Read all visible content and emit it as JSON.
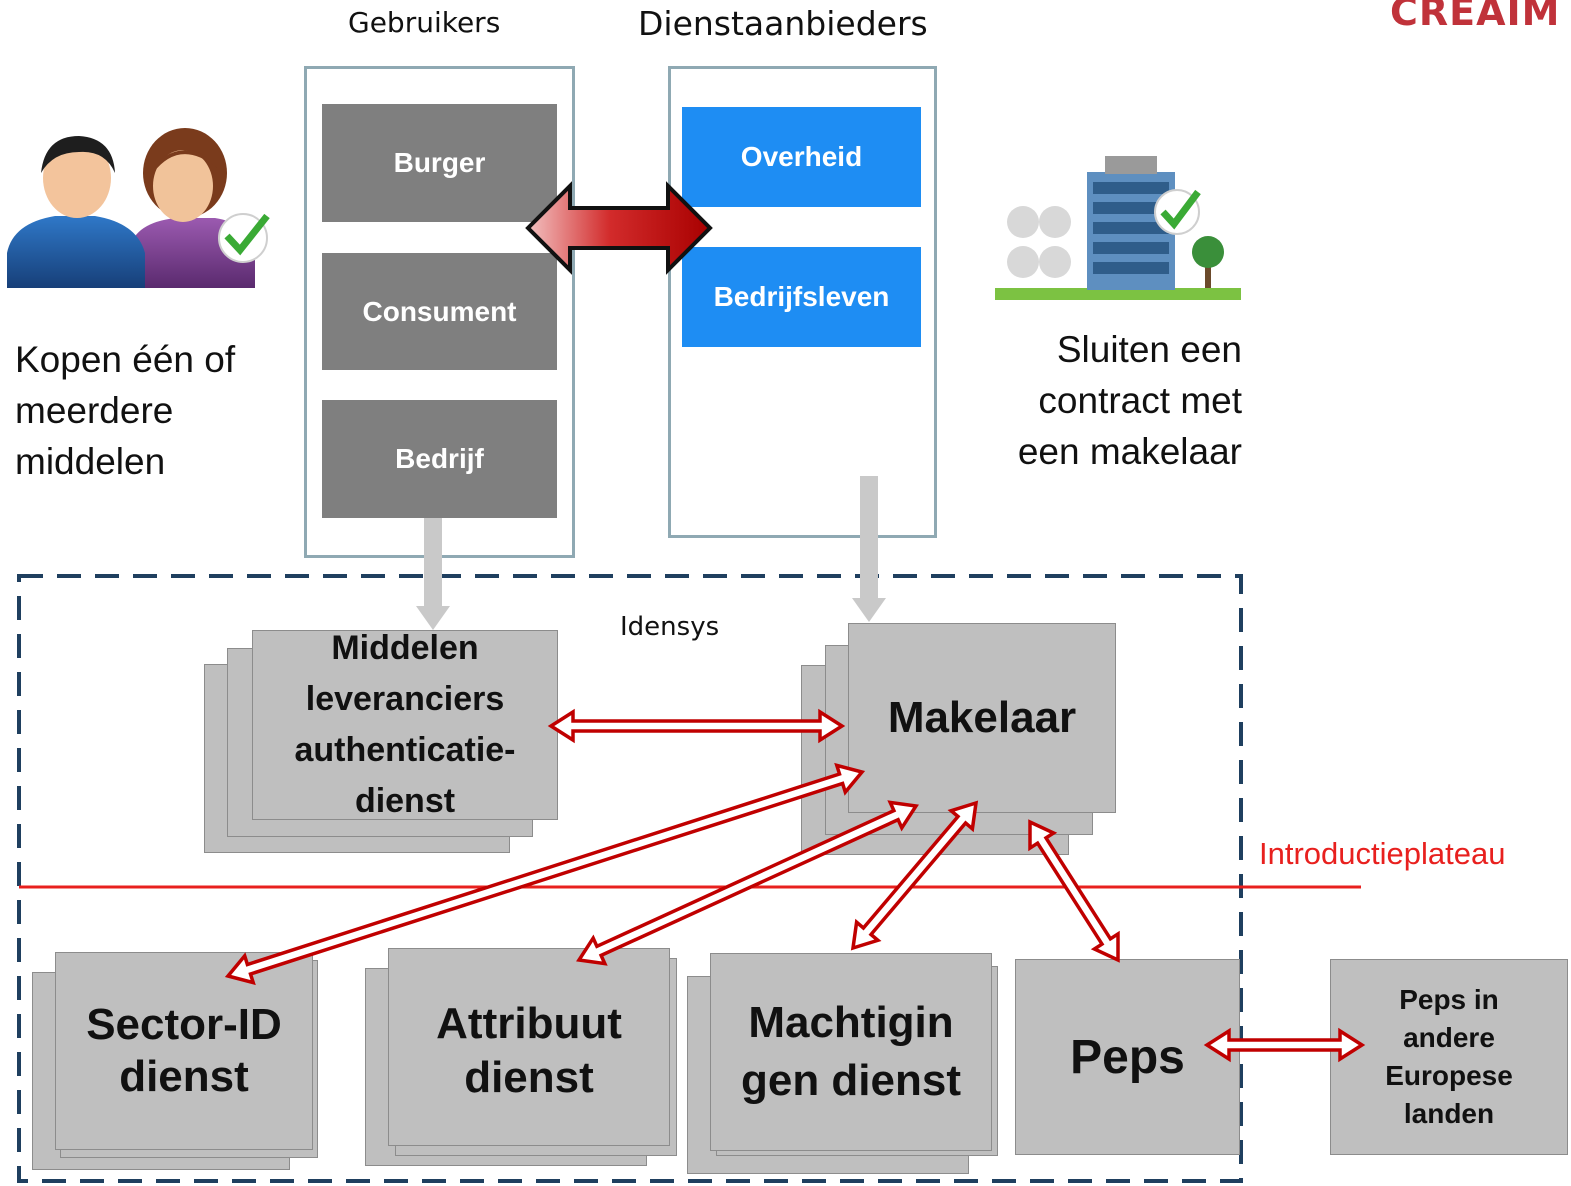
{
  "brand": "CREAIM",
  "headers": {
    "users": "Gebruikers",
    "providers": "Dienstaanbieders"
  },
  "users": [
    "Burger",
    "Consument",
    "Bedrijf"
  ],
  "providers": [
    "Overheid",
    "Bedrijfsleven"
  ],
  "left_caption": [
    "Kopen één of",
    "meerdere",
    "middelen"
  ],
  "right_caption": [
    "Sluiten een",
    "contract met",
    "een makelaar"
  ],
  "system_label": "Idensys",
  "plateau_label": "Introductieplateau",
  "boxes": {
    "middelen": [
      "Middelen",
      "leveranciers",
      "authenticatie-",
      "dienst"
    ],
    "makelaar": "Makelaar",
    "sector": [
      "Sector-ID",
      "dienst"
    ],
    "attribuut": [
      "Attribuut",
      "dienst"
    ],
    "machtigingen": [
      "Machtigin",
      "gen dienst"
    ],
    "peps": "Peps",
    "peps_eu": [
      "Peps in",
      "andere",
      "Europese",
      "landen"
    ]
  },
  "colors": {
    "dashed_border": "#1f3f5f",
    "plateau_line": "#e8201e",
    "arrow": "#c00000",
    "provider_blue": "#1e8df3"
  }
}
